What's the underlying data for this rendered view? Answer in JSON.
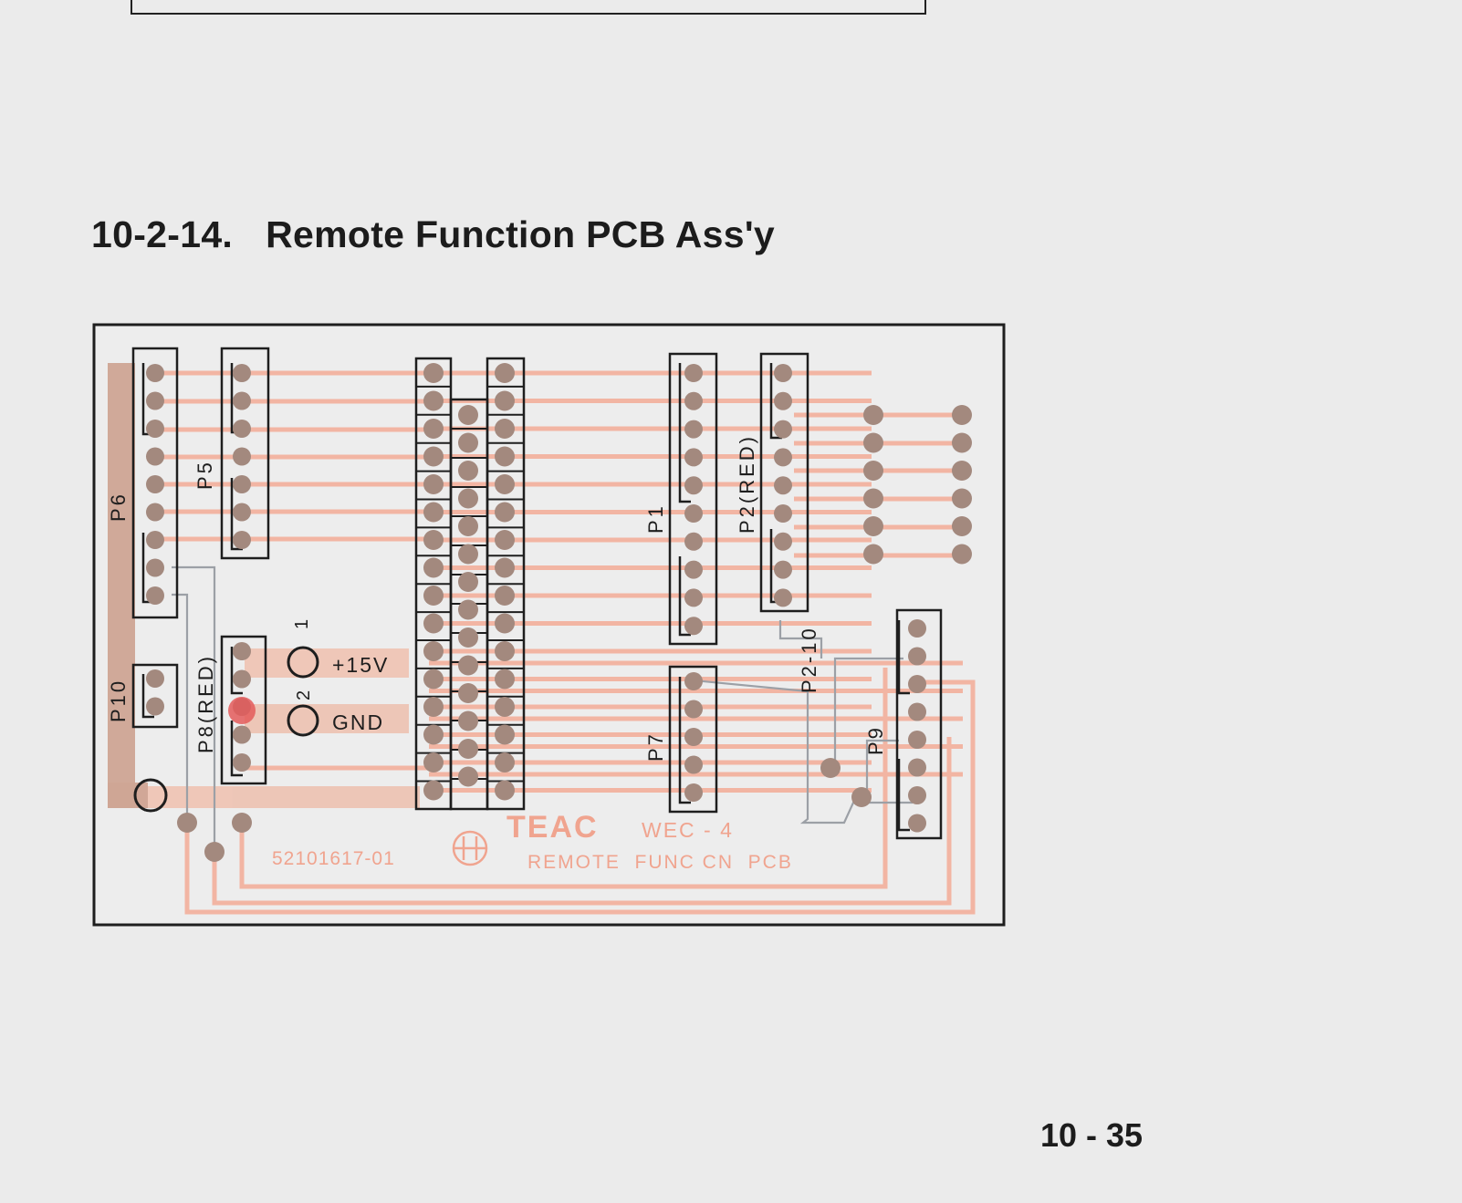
{
  "section": {
    "number": "10-2-14.",
    "title": "Remote Function PCB Ass'y"
  },
  "page_number": "10 - 35",
  "board": {
    "brand": "TEAC",
    "model": "WEC - 4",
    "part_number": "52101617-01",
    "description": "REMOTE  FUNC CN  PCB"
  },
  "connectors": {
    "p1": "P1",
    "p2": "P2(RED)",
    "p5": "P5",
    "p6": "P6",
    "p7": "P7",
    "p8": "P8(RED)",
    "p9": "P9",
    "p10": "P10",
    "p2_10": "P2-10"
  },
  "power": {
    "pin1": "1",
    "pin2": "2",
    "plus15v": "+15V",
    "gnd": "GND"
  },
  "colors": {
    "paper": "#ebebeb",
    "trace": "#f2b7a5",
    "trace_wide": "#e9b09a",
    "ground_bus": "#d4a596",
    "pad": "#a38a7f",
    "highlight": "#e25a5a",
    "jumper_wire": "#9a9ea4",
    "outline": "#1e1e1e"
  }
}
